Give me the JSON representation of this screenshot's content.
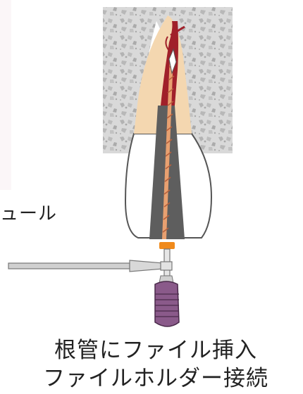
{
  "left_label": "ュール",
  "caption": {
    "line1": "根管にファイル挿入",
    "line2": "ファイルホルダー接続"
  },
  "colors": {
    "bone": "#d7d7d7",
    "bone_speckle": "#b5b5b5",
    "root": "#f4d7b0",
    "crown": "#ffffff",
    "canal": "#a0202a",
    "canal_dark": "#5a5a5a",
    "file": "#e8a070",
    "stopper": "#f08a1c",
    "handle": "#8a5a8a",
    "holder": "#bfbfbf"
  }
}
